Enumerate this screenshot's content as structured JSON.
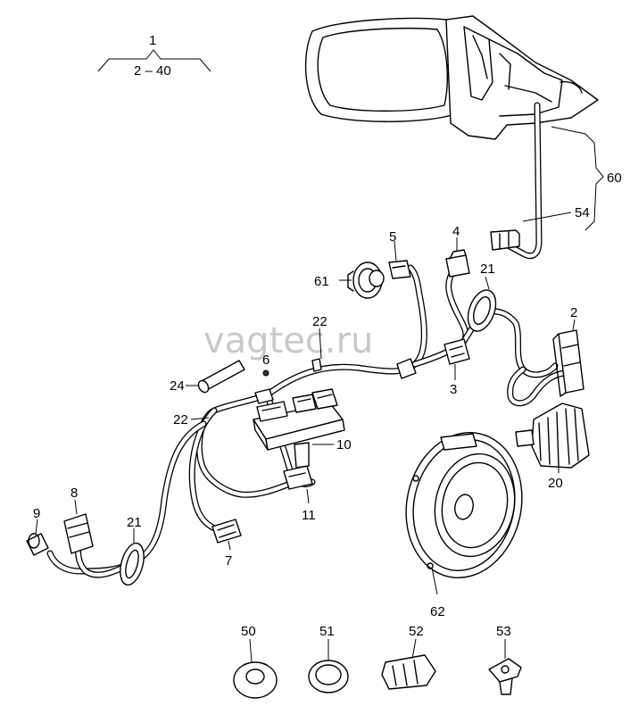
{
  "watermark": "vagtec.ru",
  "labels": {
    "group_top": "1",
    "group_range": "2 – 40",
    "p2": "2",
    "p3": "3",
    "p4": "4",
    "p5": "5",
    "p6": "6",
    "p7": "7",
    "p8": "8",
    "p9": "9",
    "p10": "10",
    "p11": "11",
    "p20": "20",
    "p21a": "21",
    "p21b": "21",
    "p22a": "22",
    "p22b": "22",
    "p24": "24",
    "p50": "50",
    "p51": "51",
    "p52": "52",
    "p53": "53",
    "p54": "54",
    "p60": "60",
    "p61": "61",
    "p62": "62"
  }
}
